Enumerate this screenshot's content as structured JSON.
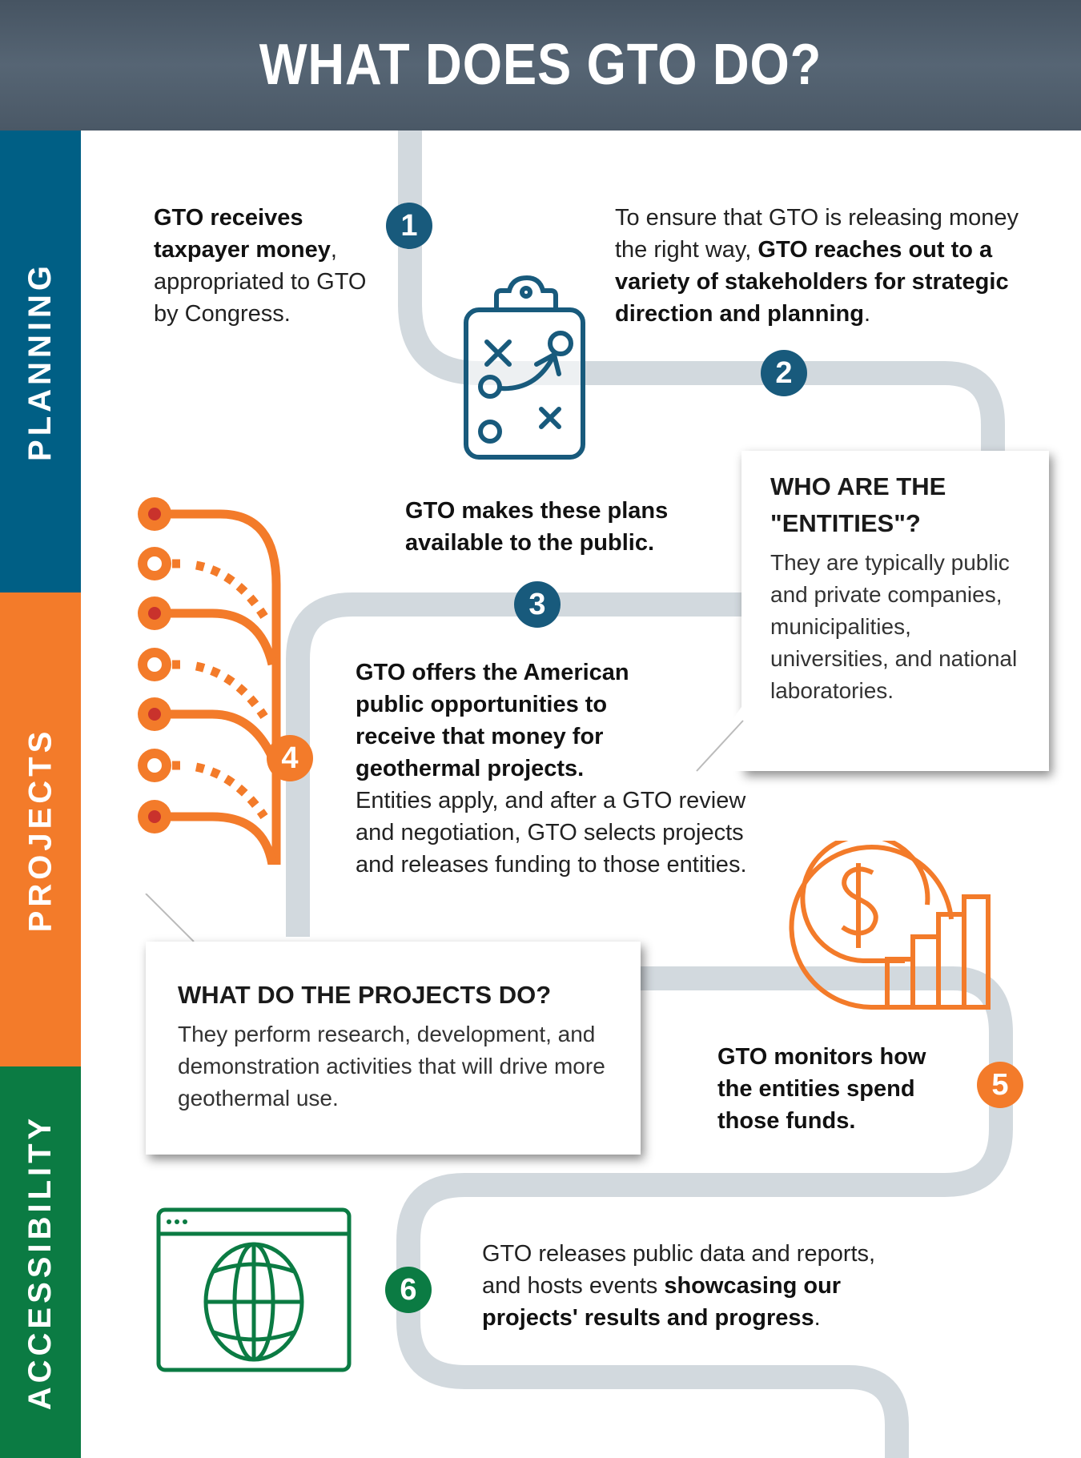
{
  "header": {
    "title": "WHAT DOES GTO DO?"
  },
  "colors": {
    "header_bg": "#4f5d6b",
    "planning": "#005f85",
    "projects": "#f37b2a",
    "accessibility": "#0b7b43",
    "step_blue": "#185a7c",
    "track": "#d2d9de"
  },
  "sections": [
    {
      "label": "PLANNING",
      "color": "#005f85"
    },
    {
      "label": "PROJECTS",
      "color": "#f37b2a"
    },
    {
      "label": "ACCESSIBILITY",
      "color": "#0b7b43"
    }
  ],
  "steps": [
    {
      "number": "1",
      "color": "#185a7c",
      "text_bold": "GTO receives taxpayer money",
      "text_plain": ", appropriated to GTO by Congress."
    },
    {
      "number": "2",
      "color": "#185a7c",
      "text_plain": "To ensure that GTO is releasing money the right way, ",
      "text_bold": "GTO reaches out to a variety of stakeholders for strategic direction and planning",
      "text_end": "."
    },
    {
      "number": "3",
      "color": "#185a7c",
      "text_bold": "GTO makes these plans available to the public."
    },
    {
      "number": "4",
      "color": "#f37b2a",
      "text_bold": "GTO offers the American public opportunities to receive that money for geothermal projects.",
      "text_plain": "Entities apply, and after a GTO review and negotiation, GTO selects projects and releases funding to those entities."
    },
    {
      "number": "5",
      "color": "#f37b2a",
      "text_bold": "GTO monitors how the entities spend those funds."
    },
    {
      "number": "6",
      "color": "#0b7b43",
      "text_plain": "GTO releases public data and reports, and hosts events ",
      "text_bold": "showcasing our projects' results and progress",
      "text_end": "."
    }
  ],
  "callouts": {
    "entities": {
      "title": "WHO ARE THE \"ENTITIES\"?",
      "body": "They are typically public and private companies, municipalities, universities, and national laboratories."
    },
    "projects": {
      "title": "WHAT DO THE PROJECTS DO?",
      "body": "They perform research, development, and demonstration activities that will drive more geothermal use."
    }
  },
  "icons": [
    "clipboard-strategy-icon",
    "branching-connections-icon",
    "dollar-coin-growth-chart-icon",
    "browser-globe-icon"
  ]
}
